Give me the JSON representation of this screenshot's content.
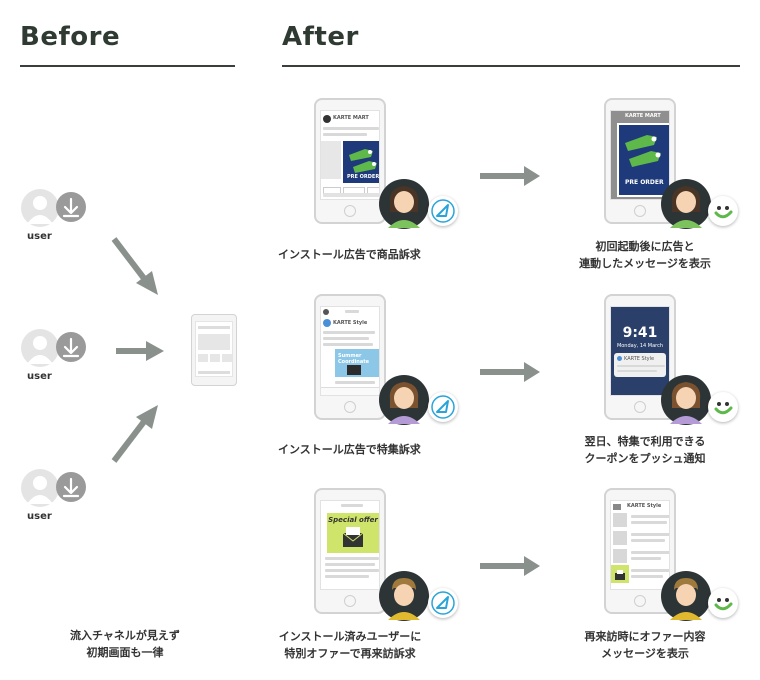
{
  "headings": {
    "before": "Before",
    "after": "After"
  },
  "user_label": "user",
  "before_caption": [
    "流入チャネルが見えず",
    "初期画面も一律"
  ],
  "rows": [
    {
      "left_caption": [
        "インストール広告で商品訴求"
      ],
      "right_caption": [
        "初回起動後に広告と",
        "連動したメッセージを表示"
      ],
      "left_screen": {
        "app": "KARTE MART",
        "button": "PRE ORDER"
      },
      "right_screen": {
        "app": "KARTE MART",
        "button": "PRE ORDER"
      }
    },
    {
      "left_caption": [
        "インストール広告で特集訴求"
      ],
      "right_caption": [
        "翌日、特集で利用できる",
        "クーポンをプッシュ通知"
      ],
      "left_screen": {
        "app": "KARTE Style",
        "banner": "Summer Coordinate"
      },
      "right_screen": {
        "time": "9:41",
        "date": "Monday, 14 March",
        "notif_app": "KARTE Style"
      }
    },
    {
      "left_caption": [
        "インストール済みユーザーに",
        "特別オファーで再来訪訴求"
      ],
      "right_caption": [
        "再来訪時にオファー内容",
        "メッセージを表示"
      ],
      "left_screen": {
        "offer": "Special offer"
      },
      "right_screen": {
        "app": "KARTE Style"
      }
    }
  ],
  "colors": {
    "arrow": "#8a918c",
    "shirt_green": "#5fb84a",
    "offer_bg": "#cfe46a",
    "navy": "#1f3a7a"
  }
}
